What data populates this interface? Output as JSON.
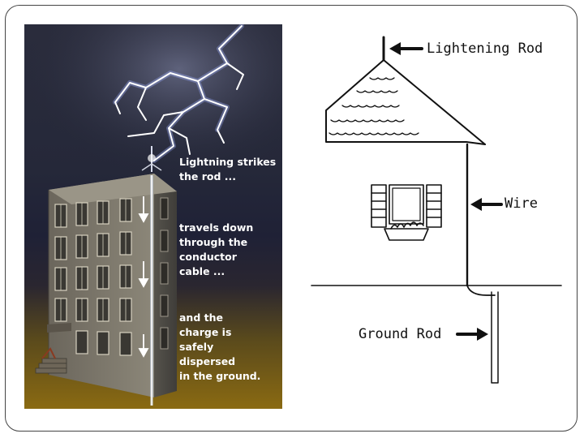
{
  "lightning_illustration": {
    "captions": {
      "strike": [
        "Lightning strikes",
        "the rod ..."
      ],
      "travel": [
        "travels down",
        "through the",
        "conductor",
        "cable ..."
      ],
      "disperse": [
        "and the",
        "charge is",
        "safely",
        "dispersed",
        "in the ground."
      ]
    }
  },
  "house_diagram": {
    "labels": {
      "rod": "Lightening Rod",
      "wire": "Wire",
      "ground": "Ground Rod"
    }
  }
}
